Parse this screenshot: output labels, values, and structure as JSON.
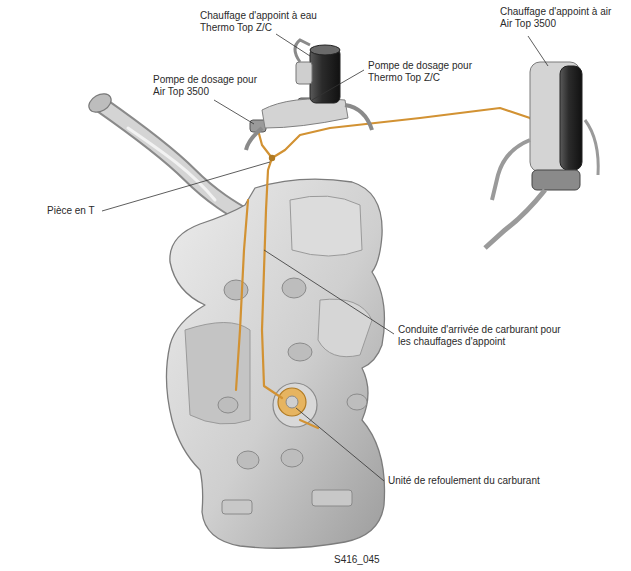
{
  "diagram": {
    "labels": [
      "Chauffage d'appoint à eau Thermo Top Z/C",
      "Chauffage d'appoint à air Air Top 3500",
      "Pompe de dosage pour Thermo Top Z/C",
      "Pompe de dosage pour Air Top 3500",
      "Pièce en T",
      "Conduite d'arrivée de carburant pour les chauffages d'appoint",
      "Unité de refoulement du carburant",
      "S416_045"
    ]
  }
}
